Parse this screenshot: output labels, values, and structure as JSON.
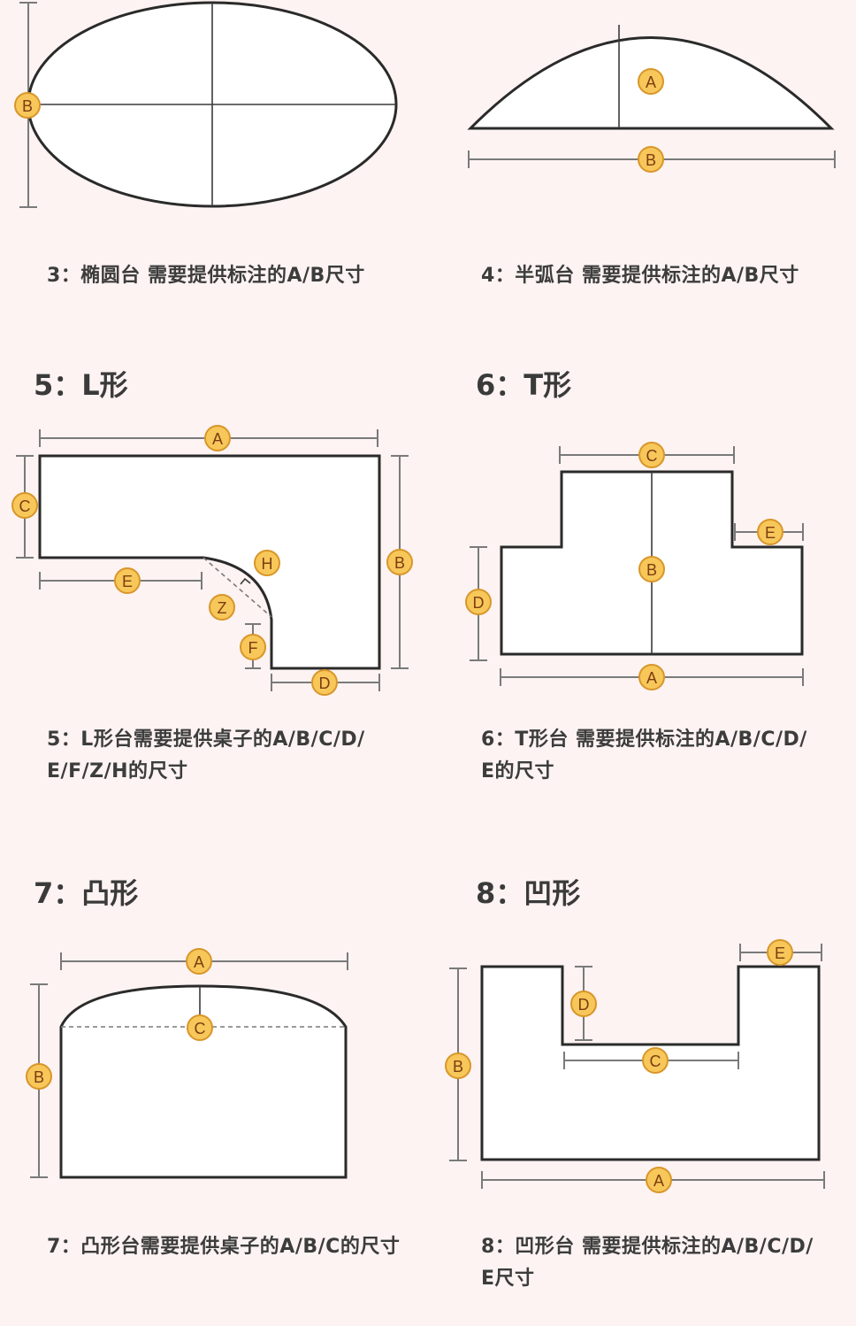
{
  "sections": {
    "s3": {
      "caption": "3：椭圆台 需要提供标注的A/B尺寸",
      "labels": {
        "B": "B"
      }
    },
    "s4": {
      "caption": "4：半弧台 需要提供标注的A/B尺寸",
      "labels": {
        "A": "A",
        "B": "B"
      }
    },
    "s5": {
      "heading": "5：L形",
      "caption_line1": "5：L形台需要提供桌子的A/B/C/D/",
      "caption_line2": "E/F/Z/H的尺寸",
      "labels": {
        "A": "A",
        "B": "B",
        "C": "C",
        "D": "D",
        "E": "E",
        "F": "F",
        "Z": "Z",
        "H": "H"
      }
    },
    "s6": {
      "heading": "6：T形",
      "caption_line1": "6：T形台 需要提供标注的A/B/C/D/",
      "caption_line2": "E的尺寸",
      "labels": {
        "A": "A",
        "B": "B",
        "C": "C",
        "D": "D",
        "E": "E"
      }
    },
    "s7": {
      "heading": "7：凸形",
      "caption": "7：凸形台需要提供桌子的A/B/C的尺寸",
      "labels": {
        "A": "A",
        "B": "B",
        "C": "C"
      }
    },
    "s8": {
      "heading": "8：凹形",
      "caption_line1": "8：凹形台 需要提供标注的A/B/C/D/",
      "caption_line2": "E尺寸",
      "labels": {
        "A": "A",
        "B": "B",
        "C": "C",
        "D": "D",
        "E": "E"
      }
    }
  },
  "colors": {
    "background": "#fcf3f2",
    "badge_fill": "#f8c75a",
    "badge_text": "#7a3e12",
    "outline": "#2a2a2a"
  }
}
